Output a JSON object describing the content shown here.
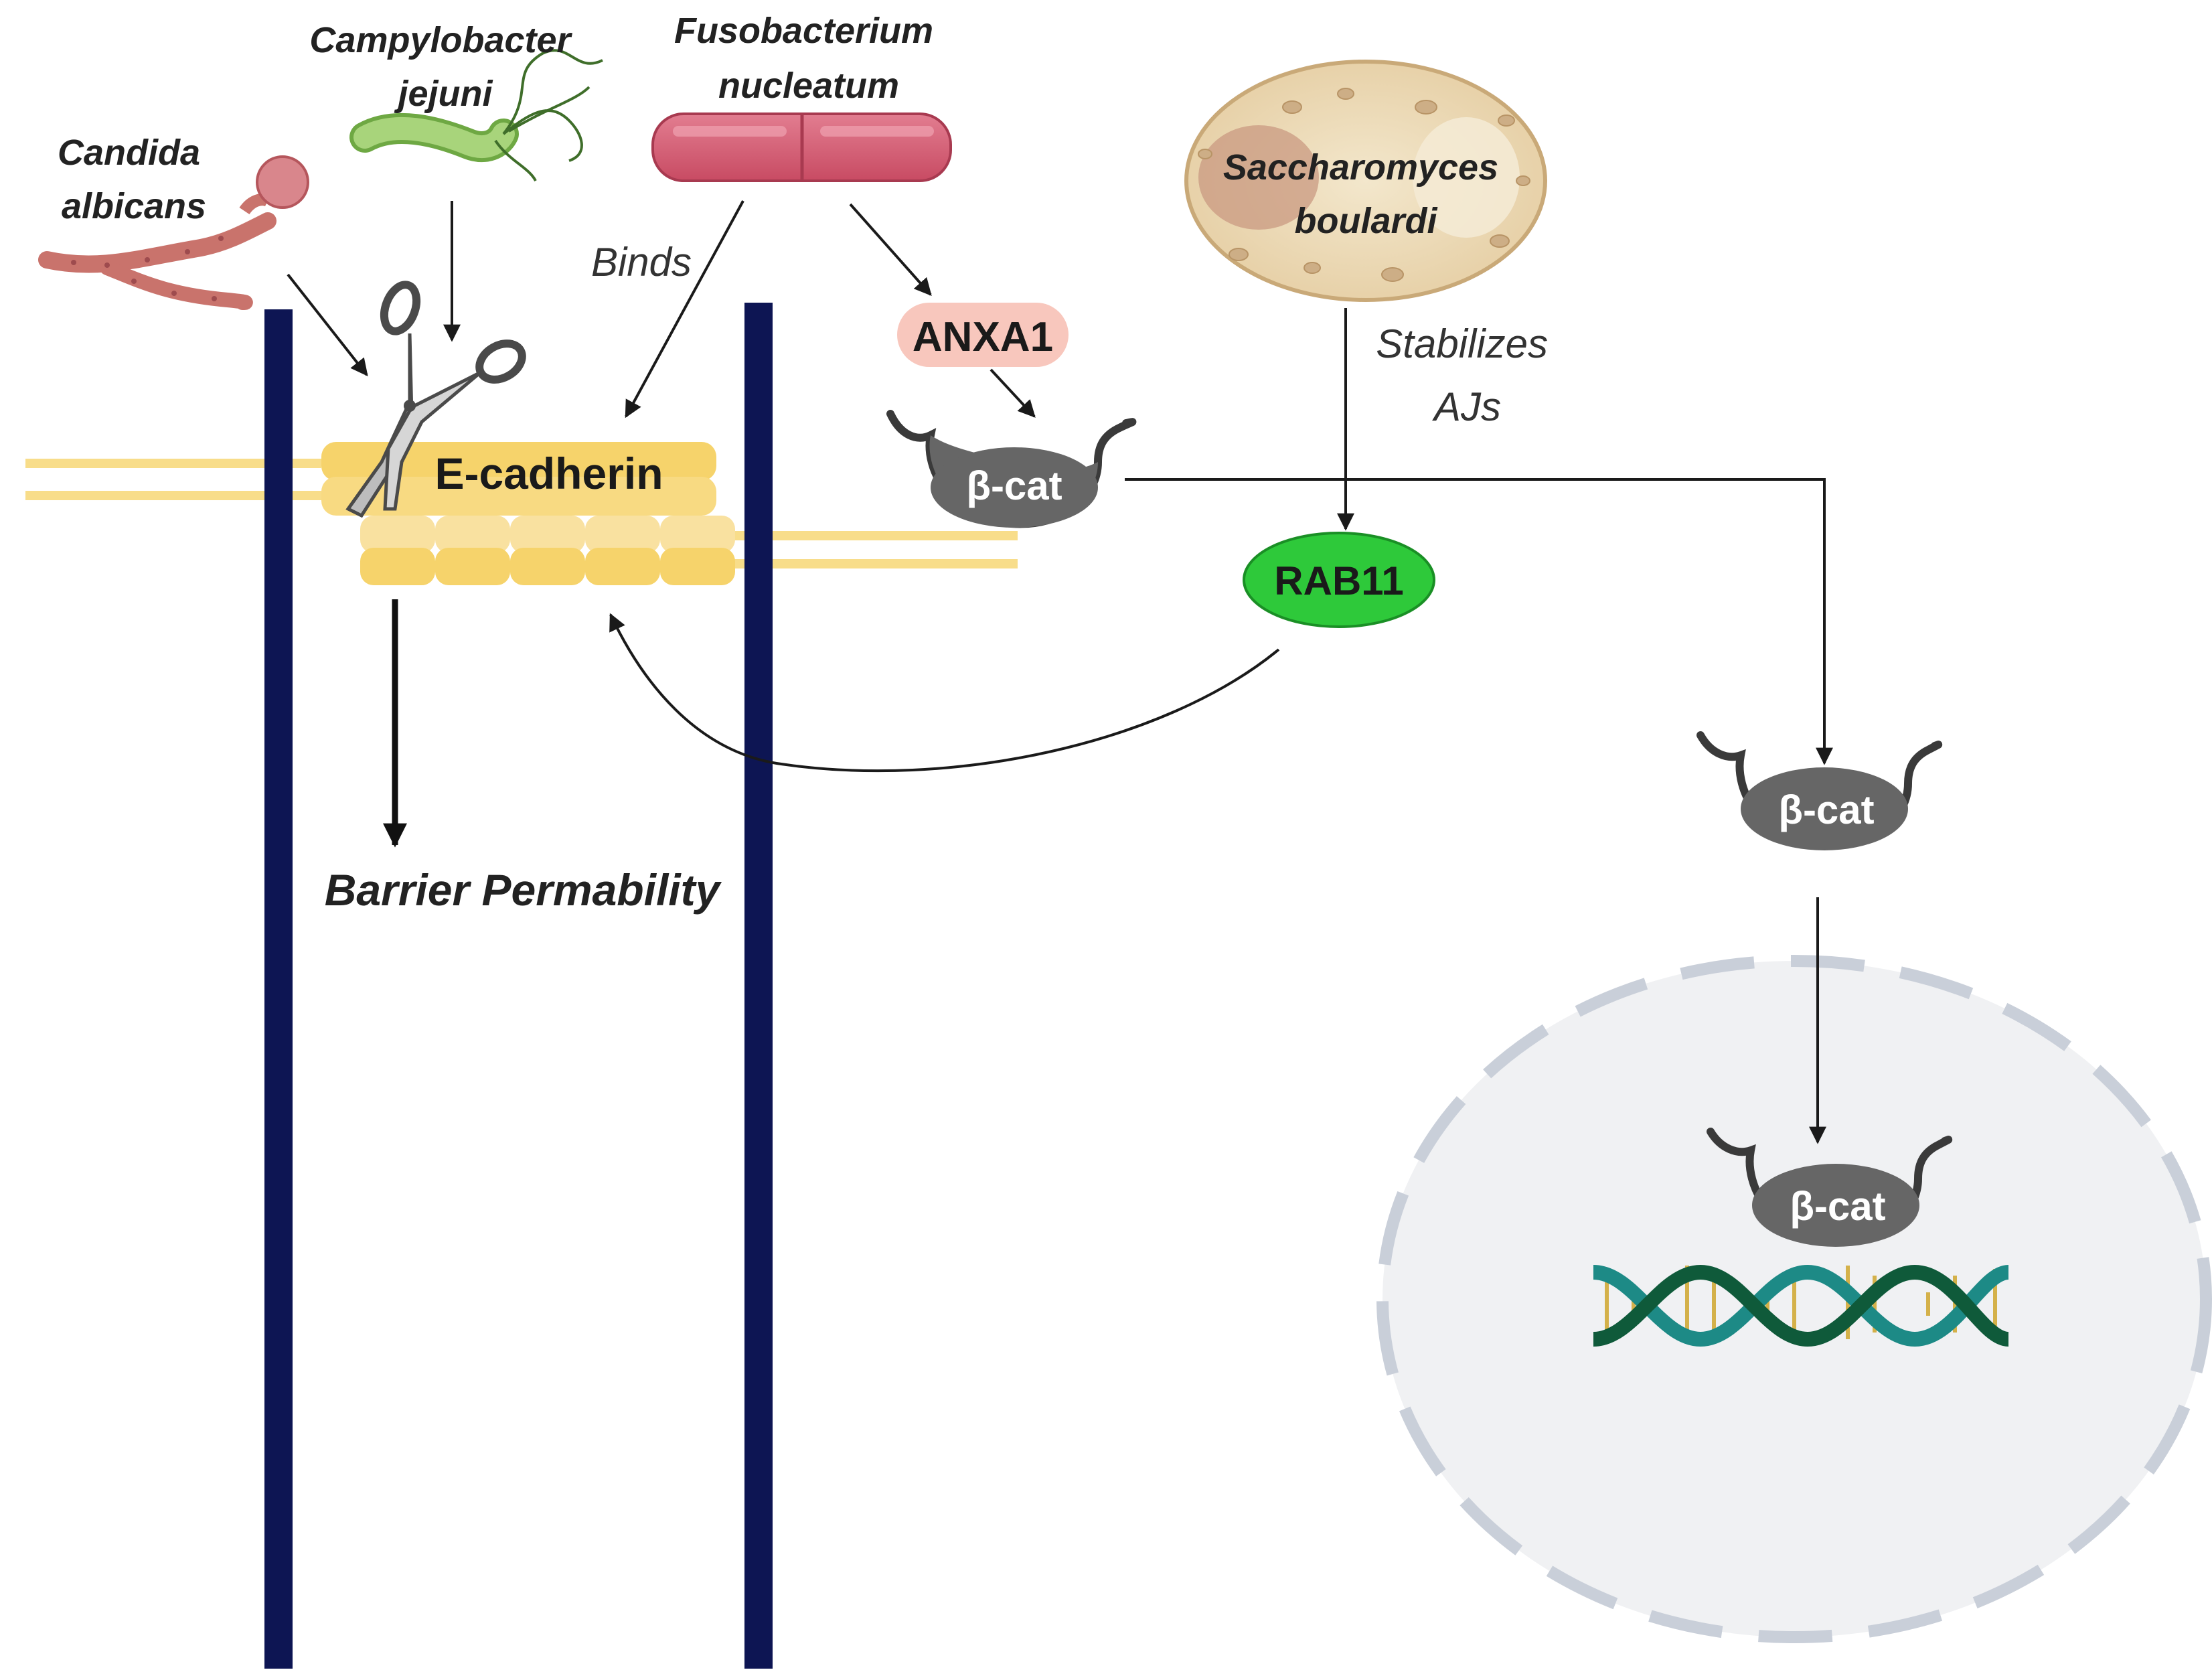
{
  "organisms": {
    "candida": "Candida albicans",
    "campylobacter": "Campylobacter jejuni",
    "fusobacterium": "Fusobacterium nucleatum",
    "saccharomyces": "Saccharomyces boulardi"
  },
  "proteins": {
    "ecadherin": "E-cadherin",
    "anxa1": "ANXA1",
    "bcat": "β-cat",
    "rab11": "RAB11"
  },
  "edge_labels": {
    "binds": "Binds",
    "stabilizes": "Stabilizes AJs"
  },
  "outcome": "Barrier Permability",
  "colors": {
    "membrane": "#0d1553",
    "cadherin": "#f6d36b",
    "junction_line": "#f8dd8a",
    "anxa1": "#f8c7bd",
    "rab11": "#2ec93a",
    "bcat": "#666666",
    "fusobacterium": "#d75a70",
    "candida": "#c9736c",
    "campylobacter": "#8cc35a",
    "nucleus_fill": "#f0f1f3",
    "nucleus_dash": "#c9cfd9",
    "dna_dark": "#0f5a3a",
    "dna_teal": "#1d8a86"
  },
  "icons": [
    "scissors-icon",
    "dna-icon"
  ]
}
